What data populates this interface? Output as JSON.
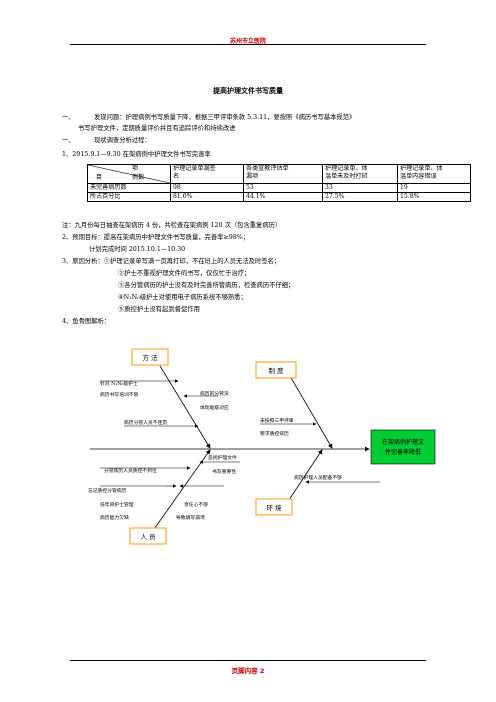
{
  "header": {
    "hospital": "苏州市立医院"
  },
  "title": "提高护理文件书写质量",
  "section1": {
    "num": "一、",
    "text": "发现问题：护理病例书写质量下降，根据三甲评审条款 5.3.11，要按照《病历书写基本规范》",
    "text2": "书写护理文件，定期质量评价并且有追踪评价和持续改进"
  },
  "section2": {
    "num": "一、",
    "text": "现状调查分析过程："
  },
  "item1": "1、2015.9.1—9.30 在架病例中护理文件书写完善率",
  "table": {
    "corner_top": "项",
    "corner_mid": "目",
    "corner_right": "例数",
    "headers": [
      [
        "护理记录单漏签",
        "名"
      ],
      [
        "各类宣教评估单",
        "漏项"
      ],
      [
        "护理记录单、体",
        "温单未及时打印"
      ],
      [
        "护理记录单、体",
        "温单内容错误"
      ]
    ],
    "rows": [
      {
        "label": "未完善病历数",
        "values": [
          "98",
          "53",
          "33",
          "19"
        ]
      },
      {
        "label": "所占百分比",
        "values": [
          "81.6%",
          "44.1%",
          "27.5%",
          "15.8%"
        ]
      }
    ]
  },
  "note": "注：九月份每日抽查在架病历 4 份，共检查在架病例 120 次（包含重复病历）",
  "goal": {
    "line1": "2、预期目标：提高在架病历中护理文件书写质量，完善率≥98%；",
    "line2": "计划完成时间 2015.10.1—10.30"
  },
  "causes": {
    "intro": "3、原因分析：①护理记录单写满一页再打印，不在班上的人员无法及时签名；",
    "items": [
      "②护士不重视护理文件的书写，仅仅忙于治疗；",
      "③各分管病历的护士没有及时完善所管病历，检查病历不仔细；",
      "④N₁N₀级护士对使用电子病历系统不够熟悉；",
      "⑤质控护士没有起到督促作用"
    ]
  },
  "item4": "4、鱼骨图解析：",
  "fishbone": {
    "head": [
      "在架病例护理文",
      "件完善率降低"
    ],
    "box_method": "方  法",
    "box_system": "制    度",
    "box_people": "人  员",
    "box_env": "环  境",
    "m1": [
      "针对 N₁N₀级护士",
      "病历书写培训不够"
    ],
    "m2": [
      "病历的分管没",
      "体现能级对应"
    ],
    "m3": "病历分管人员不连贯",
    "s1": [
      "未按照三甲评审",
      "要求质控病历"
    ],
    "p1": "分管病历人员质控不到位",
    "p2": [
      "忽视护理文件",
      "书写重要性"
    ],
    "p3": "忘记质控分管病历",
    "p4": [
      "低年资护士管理",
      "病历能力欠缺"
    ],
    "p5": [
      "责任心不够",
      "导致填写漏项"
    ],
    "e1": "病历护理人员配备不够"
  },
  "footer": {
    "text": "页脚内容 2"
  },
  "colors": {
    "header_red": "#c00000",
    "box_orange": "#ff9900",
    "head_green": "#00cc33"
  }
}
